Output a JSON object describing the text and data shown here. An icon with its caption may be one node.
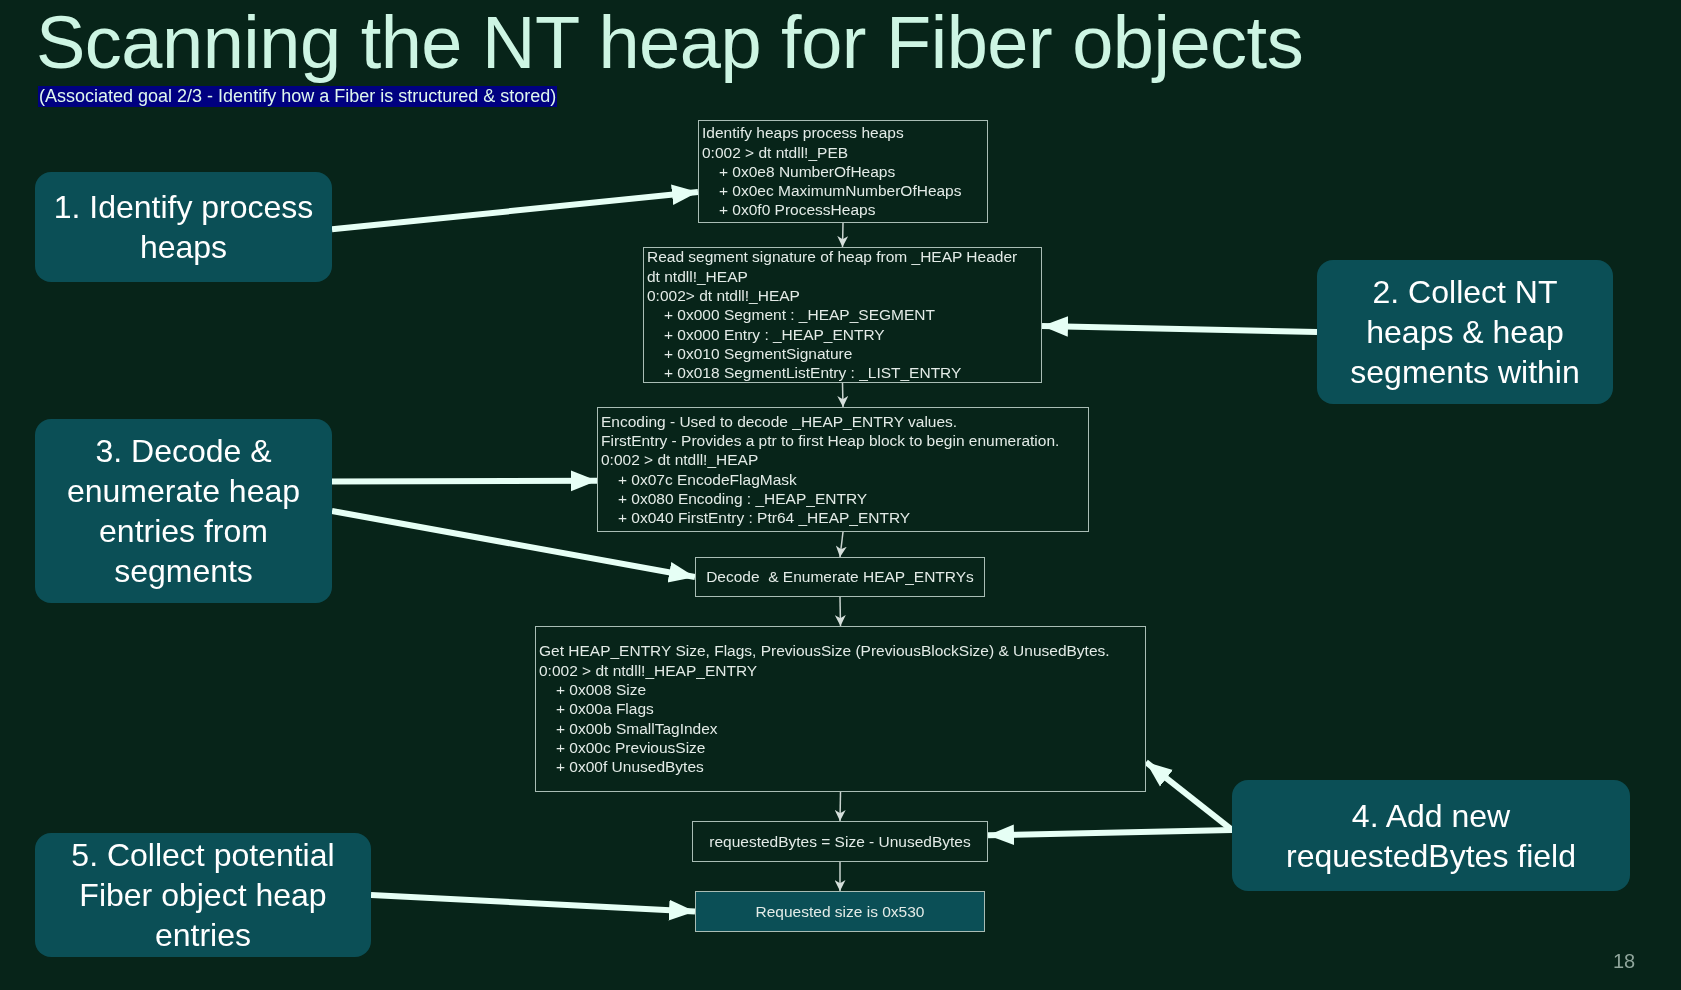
{
  "diagram": {
    "title": "Scanning the NT heap for Fiber objects",
    "nodes": [
      {
        "text": [
          "1. Identify process heaps"
        ]
      },
      {
        "text": [
          "Identify heaps process heaps",
          "0:002 > dt ntdll!_PEB",
          "+ 0x0e8 NumberOfHeaps",
          "+ 0x0ec MaximumNumberOfHeaps",
          "+ 0x0f0 ProcessHeaps"
        ]
      },
      {
        "text": [
          "Read segment signature of heap from _HEAP Header",
          "dt ntdll!_HEAP",
          "0:002> dt ntdll!_HEAP",
          "+ 0x000 Segment : _HEAP_SEGMENT",
          "+ 0x000 Entry : _HEAP_ENTRY",
          "+ 0x010 SegmentSignature",
          "+ 0x018 SegmentListEntry : _LIST_ENTRY"
        ]
      },
      {
        "text": [
          "2. Collect NT heaps & heap segments within"
        ]
      },
      {
        "text": [
          "3. Decode & enumerate heap entries from segments"
        ]
      },
      {
        "text": [
          "Encoding - Used to decode _HEAP_ENTRY values.",
          "FirstEntry - Provides a ptr to first Heap block to begin enumeration.",
          "0:002 > dt ntdll!_HEAP",
          "+ 0x07c EncodeFlagMask",
          "+ 0x080 Encoding : _HEAP_ENTRY",
          "+ 0x040 FirstEntry : Ptr64 _HEAP_ENTRY"
        ]
      },
      {
        "text": [
          "Decode  & Enumerate HEAP_ENTRYs"
        ]
      },
      {
        "text": [
          "Get HEAP_ENTRY Size, Flags, PreviousSize (PreviousBlockSize) & UnusedBytes.",
          "0:002 > dt ntdll!_HEAP_ENTRY",
          "+ 0x008 Size",
          "+ 0x00a Flags",
          "+ 0x00b SmallTagIndex",
          "+ 0x00c PreviousSize",
          "+ 0x00f UnusedBytes"
        ]
      },
      {
        "text": [
          "4. Add new requestedBytes field"
        ]
      },
      {
        "text": [
          "requestedBytes = Size - UnusedBytes"
        ]
      },
      {
        "text": [
          "5. Collect potential Fiber object heap entries"
        ]
      },
      {
        "text": [
          "Requested size is 0x530"
        ]
      }
    ],
    "edges": [
      {
        "from": 0,
        "to": 1,
        "arrow": "to"
      },
      {
        "from": 1,
        "to": 2,
        "arrow": "to",
        "color": "#c8d2ce"
      },
      {
        "from": 3,
        "to": 2,
        "arrow": "to"
      },
      {
        "from": 2,
        "to": 5,
        "arrow": "to",
        "color": "#c8d2ce"
      },
      {
        "from": 4,
        "to": 5,
        "arrow": "to"
      },
      {
        "from": 4,
        "to": 6,
        "arrow": "to"
      },
      {
        "from": 5,
        "to": 6,
        "arrow": "to",
        "color": "#c8d2ce"
      },
      {
        "from": 6,
        "to": 7,
        "arrow": "to",
        "color": "#c8d2ce"
      },
      {
        "from": 8,
        "to": 7,
        "arrow": "to"
      },
      {
        "from": 8,
        "to": 9,
        "arrow": "to"
      },
      {
        "from": 7,
        "to": 9,
        "arrow": "to",
        "color": "#c8d2ce"
      },
      {
        "from": 9,
        "to": 11,
        "arrow": "to",
        "color": "#c8d2ce"
      },
      {
        "from": 10,
        "to": 11,
        "arrow": "to"
      }
    ],
    "labels": [
      "(Associated goal 2/3 -  Identify how a Fiber is structured & stored)",
      "18"
    ]
  }
}
